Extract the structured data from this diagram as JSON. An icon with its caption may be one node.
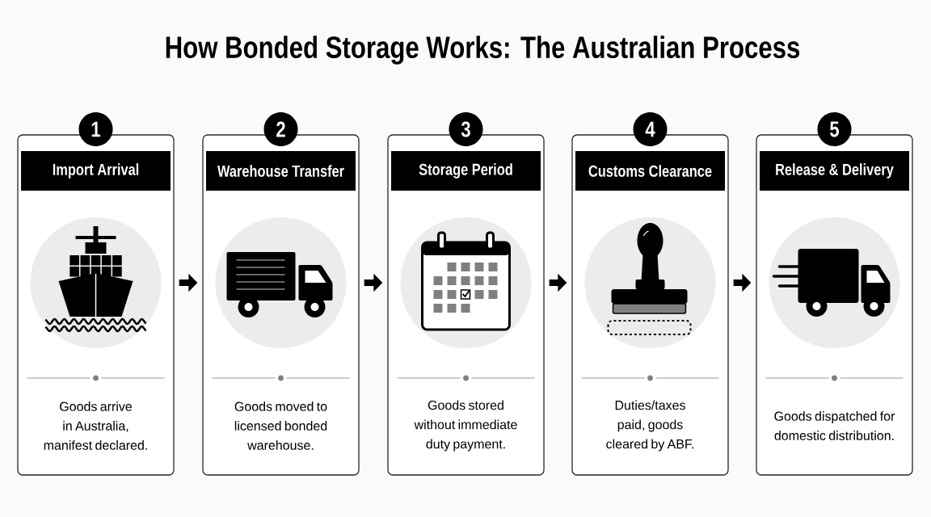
{
  "diagram": {
    "title": "How Bonded Storage Works: The Australian Process",
    "nodes": [
      {
        "text": [
          "1"
        ]
      },
      {
        "text": [
          "Import Arrival",
          "Goods arrive in Australia, manifest declared."
        ]
      },
      {
        "text": [
          "2"
        ]
      },
      {
        "text": [
          "Warehouse Transfer",
          "Goods moved to licensed bonded warehouse."
        ]
      },
      {
        "text": [
          "3"
        ]
      },
      {
        "text": [
          "Storage Period",
          "Goods stored without immediate duty payment."
        ]
      },
      {
        "text": [
          "4"
        ]
      },
      {
        "text": [
          "Customs Clearance",
          "Duties/taxes paid, goods cleared by ABF."
        ]
      },
      {
        "text": [
          "5"
        ]
      },
      {
        "text": [
          "Release & Delivery",
          "Goods dispatched for domestic distribution."
        ]
      }
    ],
    "edges": [
      {
        "from": 1,
        "to": 3,
        "arrow": "to"
      },
      {
        "from": 3,
        "to": 5,
        "arrow": "to"
      },
      {
        "from": 5,
        "to": 7,
        "arrow": "to"
      },
      {
        "from": 7,
        "to": 9,
        "arrow": "to"
      }
    ]
  }
}
